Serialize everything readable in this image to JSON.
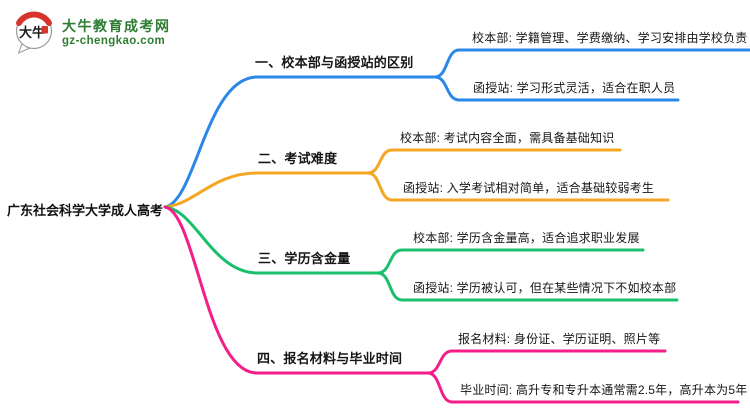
{
  "logo": {
    "icon_label": "大牛",
    "site_name": "大牛教育成考网",
    "site_url": "gz-chengkao.com",
    "brand_green": "#2e7d32",
    "brand_red": "#d7342b"
  },
  "root": {
    "label": "广东社会科学大学成人高考"
  },
  "branches": [
    {
      "label": "一、校本部与函授站的区别",
      "color": "#2b87e8",
      "leaves": [
        "校本部: 学籍管理、学费缴纳、学习安排由学校负责",
        "函授站: 学习形式灵活，适合在职人员"
      ]
    },
    {
      "label": "二、考试难度",
      "color": "#f5a623",
      "leaves": [
        "校本部: 考试内容全面，需具备基础知识",
        "函授站: 入学考试相对简单，适合基础较弱考生"
      ]
    },
    {
      "label": "三、学历含金量",
      "color": "#1abf6e",
      "leaves": [
        "校本部: 学历含金量高，适合追求职业发展",
        "函授站: 学历被认可，但在某些情况下不如校本部"
      ]
    },
    {
      "label": "四、报名材料与毕业时间",
      "color": "#f31e8a",
      "leaves": [
        "报名材料: 身份证、学历证明、照片等",
        "毕业时间: 高升专和专升本通常需2.5年，高升本为5年"
      ]
    }
  ]
}
